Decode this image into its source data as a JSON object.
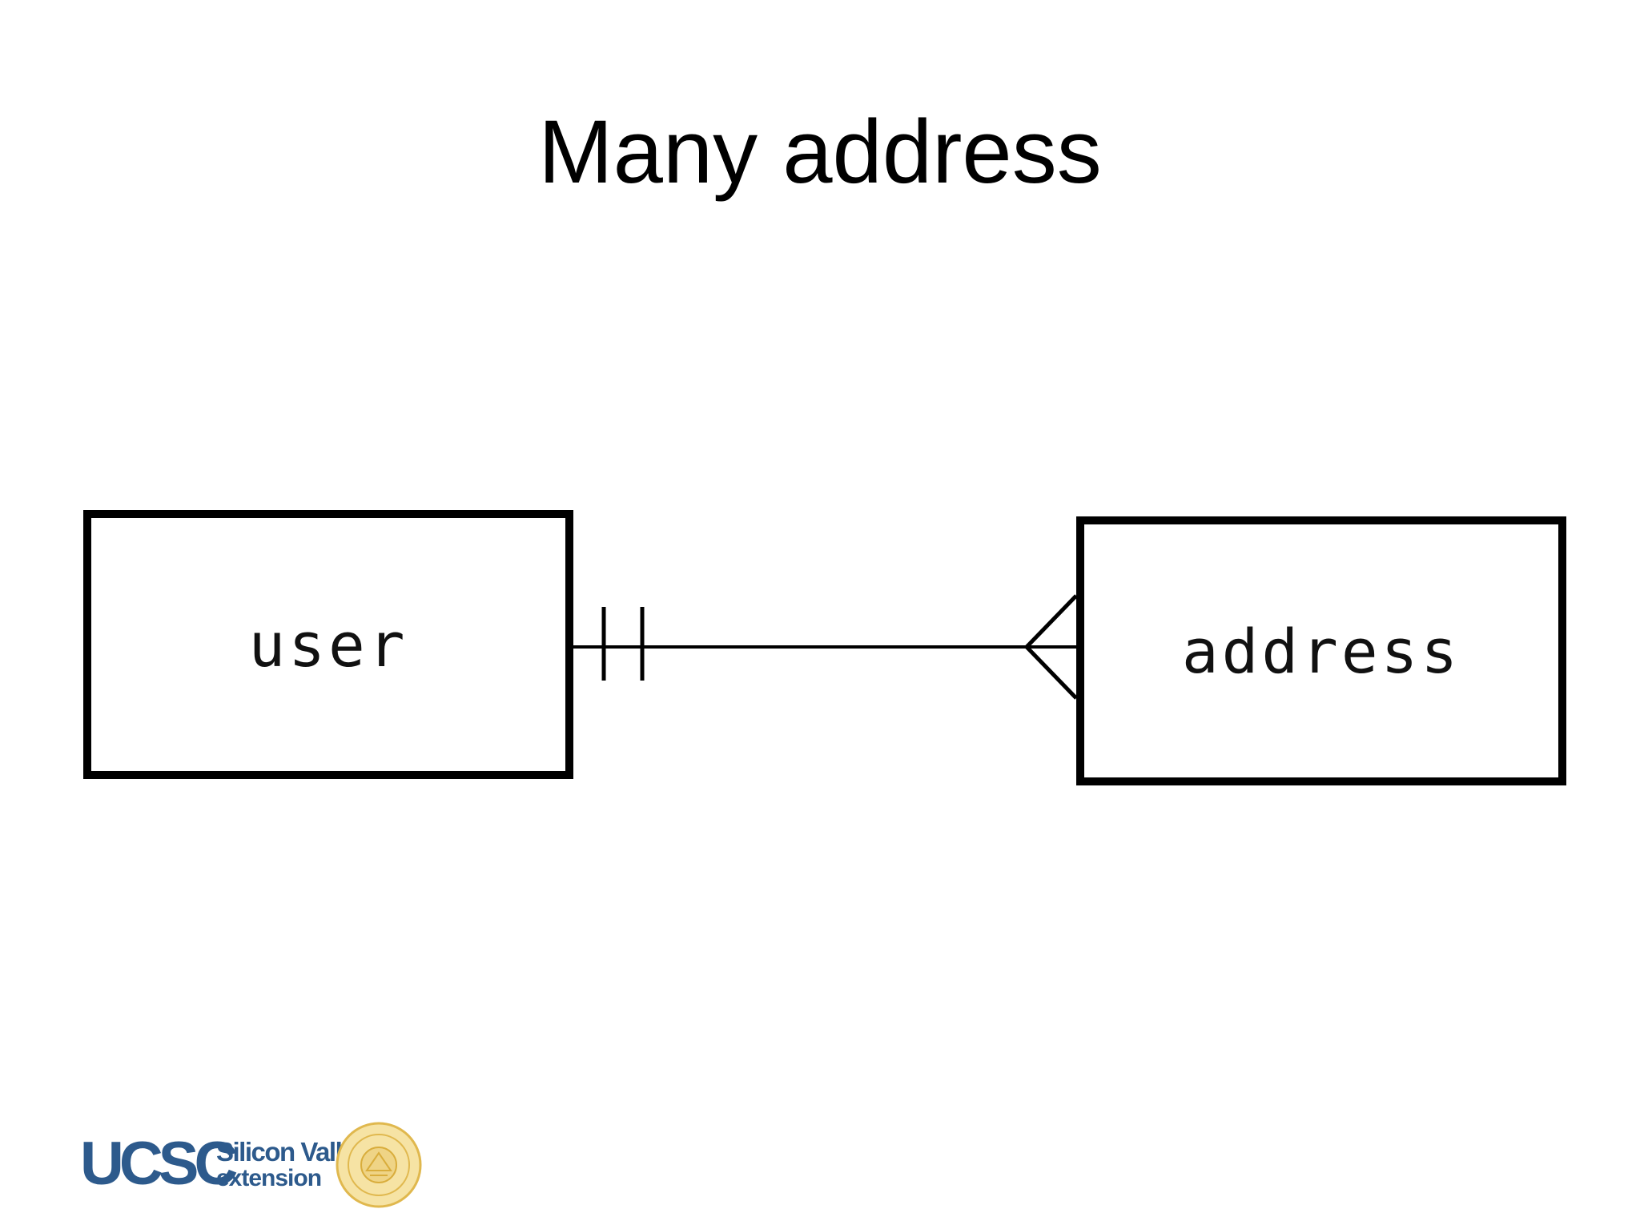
{
  "slide": {
    "title": "Many address"
  },
  "diagram": {
    "entities": [
      {
        "id": "user",
        "label": "user"
      },
      {
        "id": "address",
        "label": "address"
      }
    ],
    "relationship": {
      "from": "user",
      "to": "address",
      "from_cardinality": "exactly-one",
      "to_cardinality": "many",
      "notation": "crows-foot"
    }
  },
  "logo": {
    "mark": "UCSC",
    "line1": "Silicon Valley",
    "line2": "extension",
    "seal_icon": "university-seal-icon",
    "colors": {
      "text": "#2d5a8c",
      "seal": "#e8c25a"
    }
  }
}
